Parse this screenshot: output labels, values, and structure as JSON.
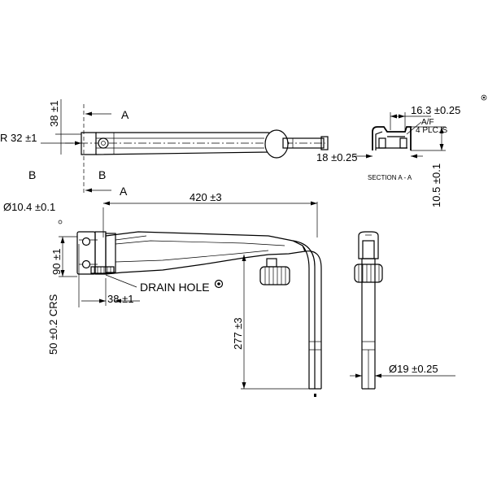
{
  "labels": {
    "r32": "R 32 ±1",
    "dim38_vertical": "38 ±1",
    "section_a_top": "A",
    "section_a_bottom": "A",
    "section_b_left": "B",
    "section_b_right": "B",
    "dim_16_3": "16.3 ±0.25",
    "af_note": "A/F",
    "plcs_note": "4 PLC.'S",
    "dim_18": "18 ±0.25",
    "section_aa": "SECTION  A - A",
    "dim_10_5": "10.5 ±0.1",
    "dim_dia_10_4": "Ø10.4 ±0.1",
    "dim_420": "420 ±3",
    "dim_90": "90 ±1",
    "dim_50": "50 ±0.2 CRS",
    "dim_38_horizontal": "38 ±1",
    "drain_hole": "DRAIN HOLE",
    "dim_277": "277 ±3",
    "dim_dia_19": "Ø19 ±0.25"
  }
}
